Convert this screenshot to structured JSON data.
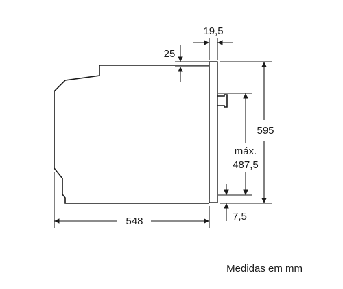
{
  "diagram": {
    "dimensions": {
      "width_depth": "548",
      "height_total": "595",
      "height_max_label": "máx.",
      "height_max_value": "487,5",
      "front_thickness": "19,5",
      "top_offset": "25",
      "bottom_offset": "7,5"
    },
    "caption": "Medidas em mm"
  }
}
